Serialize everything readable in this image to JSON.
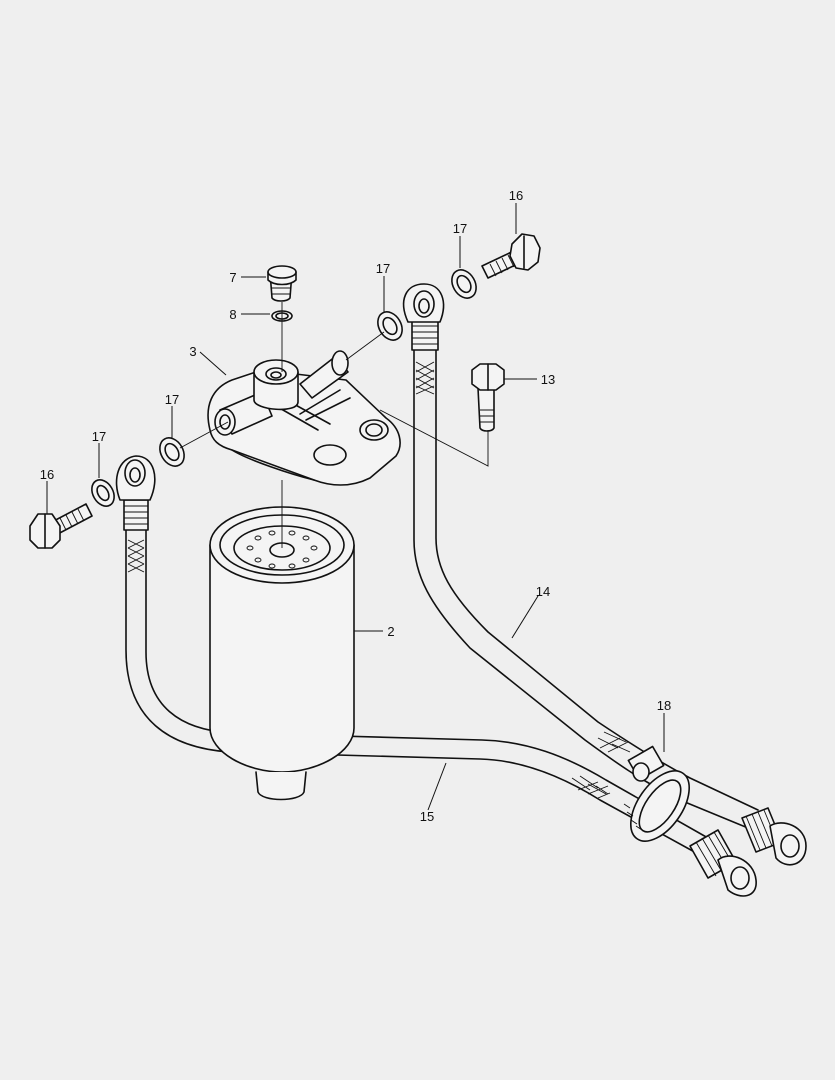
{
  "figure": {
    "background": "#efefef",
    "line_color": "#111111"
  },
  "callouts": [
    {
      "id": "c7",
      "label": "7"
    },
    {
      "id": "c8",
      "label": "8"
    },
    {
      "id": "c3",
      "label": "3"
    },
    {
      "id": "c17a",
      "label": "17"
    },
    {
      "id": "c17b",
      "label": "17"
    },
    {
      "id": "c17c",
      "label": "17"
    },
    {
      "id": "c17d",
      "label": "17"
    },
    {
      "id": "c16a",
      "label": "16"
    },
    {
      "id": "c16b",
      "label": "16"
    },
    {
      "id": "c13",
      "label": "13"
    },
    {
      "id": "c2",
      "label": "2"
    },
    {
      "id": "c14",
      "label": "14"
    },
    {
      "id": "c15",
      "label": "15"
    },
    {
      "id": "c18",
      "label": "18"
    }
  ]
}
